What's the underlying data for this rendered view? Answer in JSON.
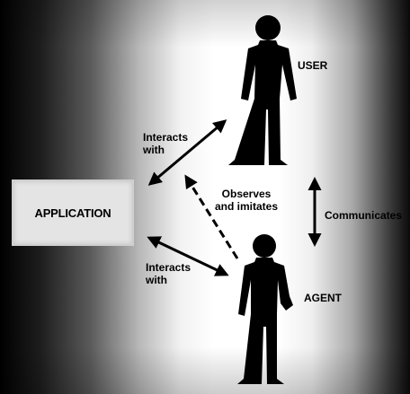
{
  "nodes": {
    "application": "APPLICATION",
    "user": "USER",
    "agent": "AGENT"
  },
  "edges": {
    "user_app": {
      "line1": "Interacts",
      "line2": "with"
    },
    "agent_app": {
      "line1": "Interacts",
      "line2": "with"
    },
    "agent_user_observe": {
      "line1": "Observes",
      "line2": "and imitates"
    },
    "agent_user_communicate": "Communicates"
  },
  "colors": {
    "figure": "#000000",
    "app_box": "#e4e4e4",
    "text": "#000000"
  }
}
